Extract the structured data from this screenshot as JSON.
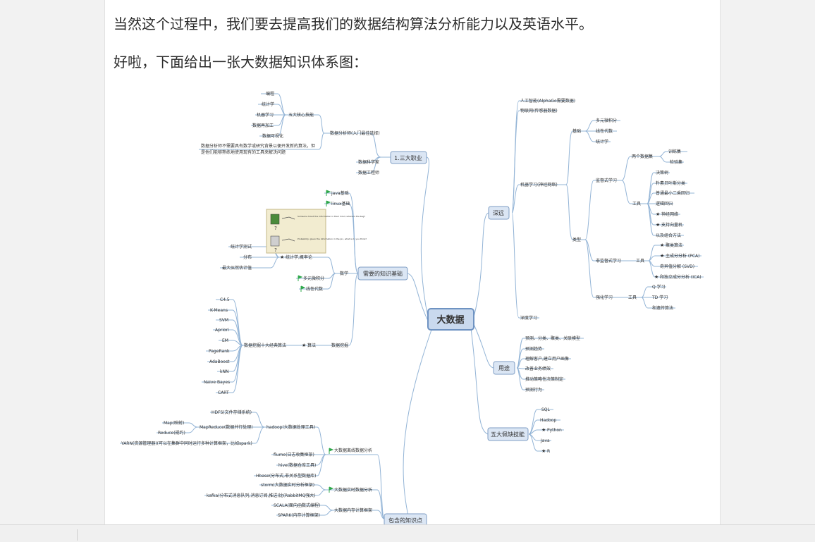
{
  "article": {
    "para1": "当然这个过程中，我们要去提高我们的数据结构算法分析能力以及英语水平。",
    "para2": "好啦，下面给出一张大数据知识体系图："
  },
  "mindmap": {
    "center": "大数据",
    "b_sanda": "1.三大职业",
    "b_jichu": "需要的知识基础",
    "b_baohan": "包含的知识点",
    "b_shendu": "深远",
    "b_yongtu": "用途",
    "b_wuda": "五大佩缺技能",
    "n_wuda_hexin": "五大核心技能",
    "n_bc": "编程",
    "n_tj": "统计学",
    "n_jq": "机器学习",
    "n_sjjg": "数据再加工",
    "n_sjkh": "数据可视化",
    "n_fxs": "数据分析师(入门最佳选择)",
    "n_note1": "数据分析师不需要具有数学或研究背景以便开发新的算法，但",
    "n_note2": "是他们能够熟练地使用现有的工具来解决问题",
    "n_kxj": "数据科学家",
    "n_gcs": "数据工程师",
    "n_java": "java基础",
    "n_linux": "linux基础",
    "n_tjcs": "统计学测试",
    "n_fb": "分布",
    "n_zdsr": "最大似然估计值",
    "n_tjgl": "统计学,概率论",
    "n_sx": "数学",
    "n_dywjf": "多元微积分",
    "n_xxds": "线性代数",
    "n_sjwj": "数据挖掘",
    "n_sjwjsd": "数据挖掘十大经典算法",
    "n_sf": "算法",
    "n_alg": [
      "C4.5",
      "K-Means",
      "SVM",
      "Apriori",
      "EM",
      "PageRank",
      "AdaBoost",
      "kNN",
      "Naive Bayes",
      "CART"
    ],
    "n_hdfs": "HDFS(文件存储系统)",
    "n_map": "Map(映射)",
    "n_mapreduce": "MapReduce(数据并行处理)",
    "n_reduce": "Reduce(规约)",
    "n_yarn": "YARN(资源管理器)(可以在集群中同时运行多种计算框架，比如spark)",
    "n_hadoop": "hadoop(大数据处理工具)",
    "n_flume": "flume(日志收集框架)",
    "n_hive": "hive(数据仓库工具)",
    "n_hbase": "Hbase(分布式,非关系型数据库)",
    "n_lixian": "大数据离线数据分析",
    "n_storm": "storm(大数据实时分析框架)",
    "n_kafka": "kafka(分布式消息队列,消息订阅,推送)比(RabbitMQ强大)",
    "n_shishi": "大数据实时数据分析",
    "n_scala": "SCALA(面向函数式编程)",
    "n_spark": "SPARK(内存计算框架)",
    "n_neicun": "大数据内存计算框架",
    "n_ai": "人工智能(AlphaGo需要数据)",
    "n_wlw": "物联网(传感器数据)",
    "n_jqxx": "机器学习(神经网络)",
    "n_sdxx": "深度学习",
    "n_jichu2": "基础",
    "n_dywjf2": "多元微积分",
    "n_xxds2": "线性代数",
    "n_tjx2": "统计学",
    "n_jdxx": "监督式学习",
    "n_lgsjj": "两个数据集",
    "n_xlj": "训练集",
    "n_jyj": "检验集",
    "n_jcs": "决策树",
    "n_pssy": "朴素贝叶斯分类",
    "n_ptzx": "普通最小二乘回归",
    "n_ljhg": "逻辑回归",
    "n_sjwl": "神经网络",
    "n_zcxl": "支持向量机",
    "n_jcff": "以及组合方法",
    "n_gj1": "工具",
    "n_lx": "类型",
    "n_fjd": "非监督式学习",
    "n_gj2": "工具",
    "n_jlsf": "聚类算法",
    "n_pca": "主成分分析 (PCA)",
    "n_svd": "奇异值分解 (SVD)",
    "n_ica": "和独立成分分析 (ICA)",
    "n_qhxx": "强化学习",
    "n_gj3": "工具",
    "n_q": "Q 学习",
    "n_td": "TD 学习",
    "n_ycsf": "和遗传算法",
    "n_yt1": "预测、分类、聚类、关联模型",
    "n_yt2": "预测趋势",
    "n_yt3": "理解客户,建立用户画像",
    "n_yt4": "改善业务绩效",
    "n_yt5": "推动策略性决策制定",
    "n_yt6": "预测行为",
    "n_sql": "SQL",
    "n_hadoop2": "Hadoop",
    "n_python": "Python",
    "n_javaw": "Java",
    "n_r": "R",
    "n_q1": "?",
    "n_q2": "?",
    "n_fig1": "Someone hiced the information in their mind, where is the bag?",
    "n_fig2": "Probability: given the information in the pic, what is it, you think?"
  },
  "colors": {
    "line": "#93b4d6",
    "node_fill": "#dbe6f4",
    "node_border": "#7f9ec4",
    "center_fill": "#c9d9ee",
    "star": "#e03b2b",
    "flag": "#2fa84b"
  }
}
